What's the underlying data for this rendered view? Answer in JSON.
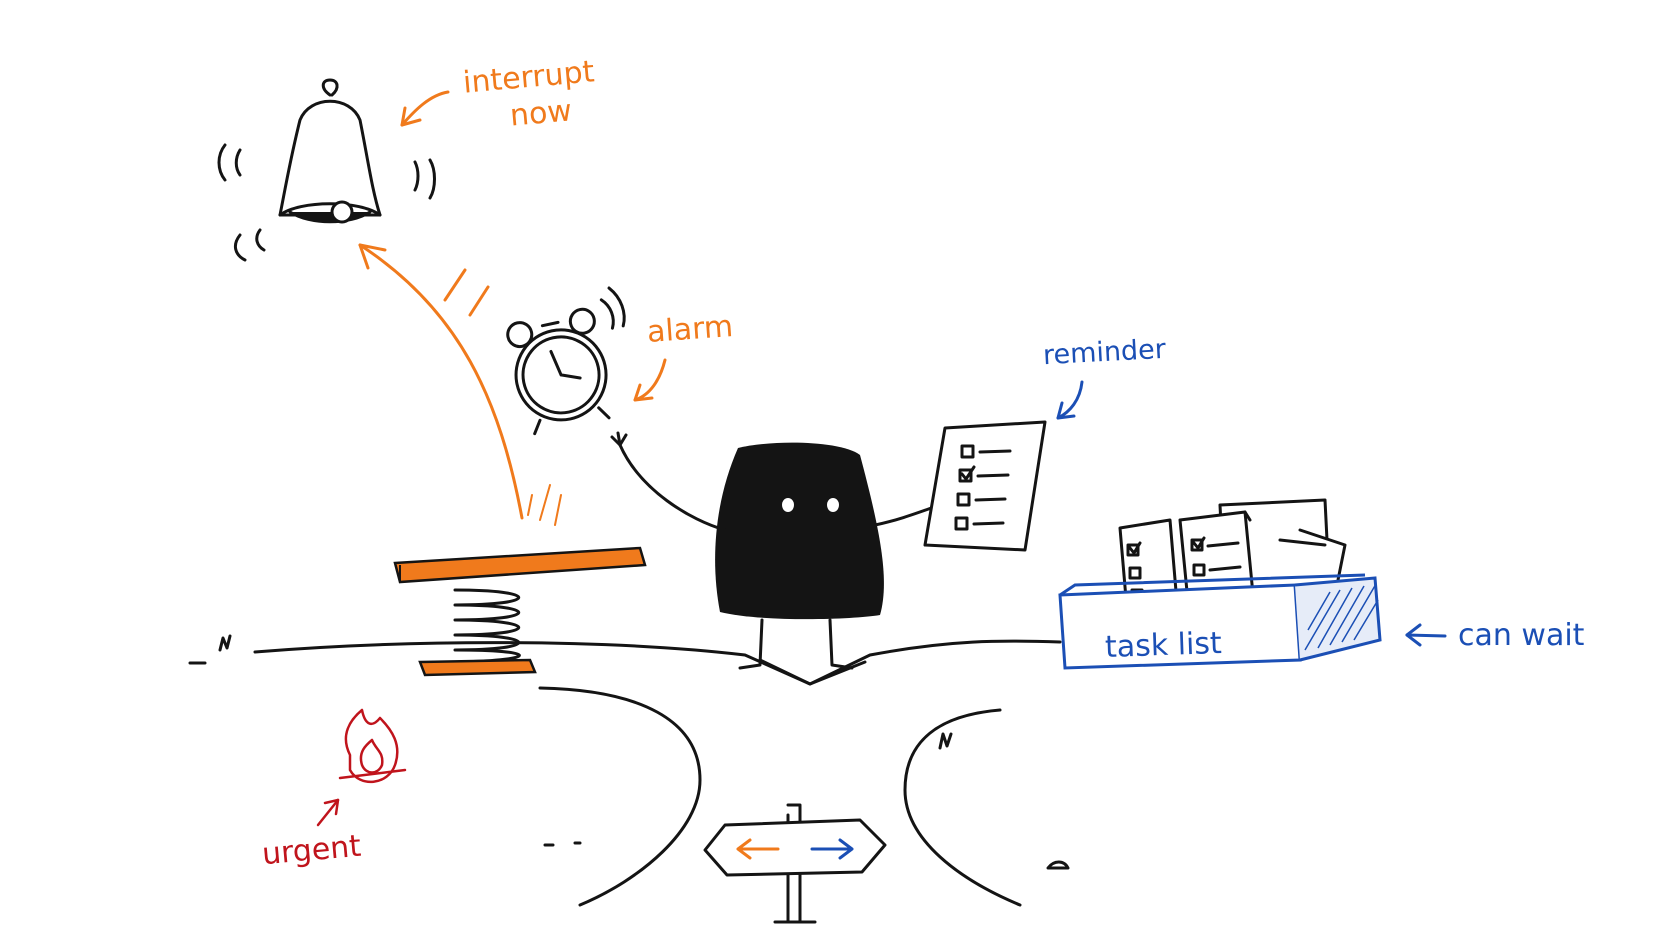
{
  "labels": {
    "interrupt_now_line1": "interrupt",
    "interrupt_now_line2": "now",
    "alarm": "alarm",
    "reminder": "reminder",
    "task_list": "task list",
    "can_wait": "can wait",
    "urgent": "urgent"
  },
  "colors": {
    "urgent_path": "#f07a1c",
    "can_wait_path": "#1b4fb5",
    "urgent_label": "#c0141c",
    "ink": "#141414"
  },
  "icons": [
    "bell-icon",
    "alarm-clock-icon",
    "checklist-paper-icon",
    "task-box-icon",
    "spring-board-icon",
    "fire-icon",
    "signpost-icon",
    "character"
  ]
}
